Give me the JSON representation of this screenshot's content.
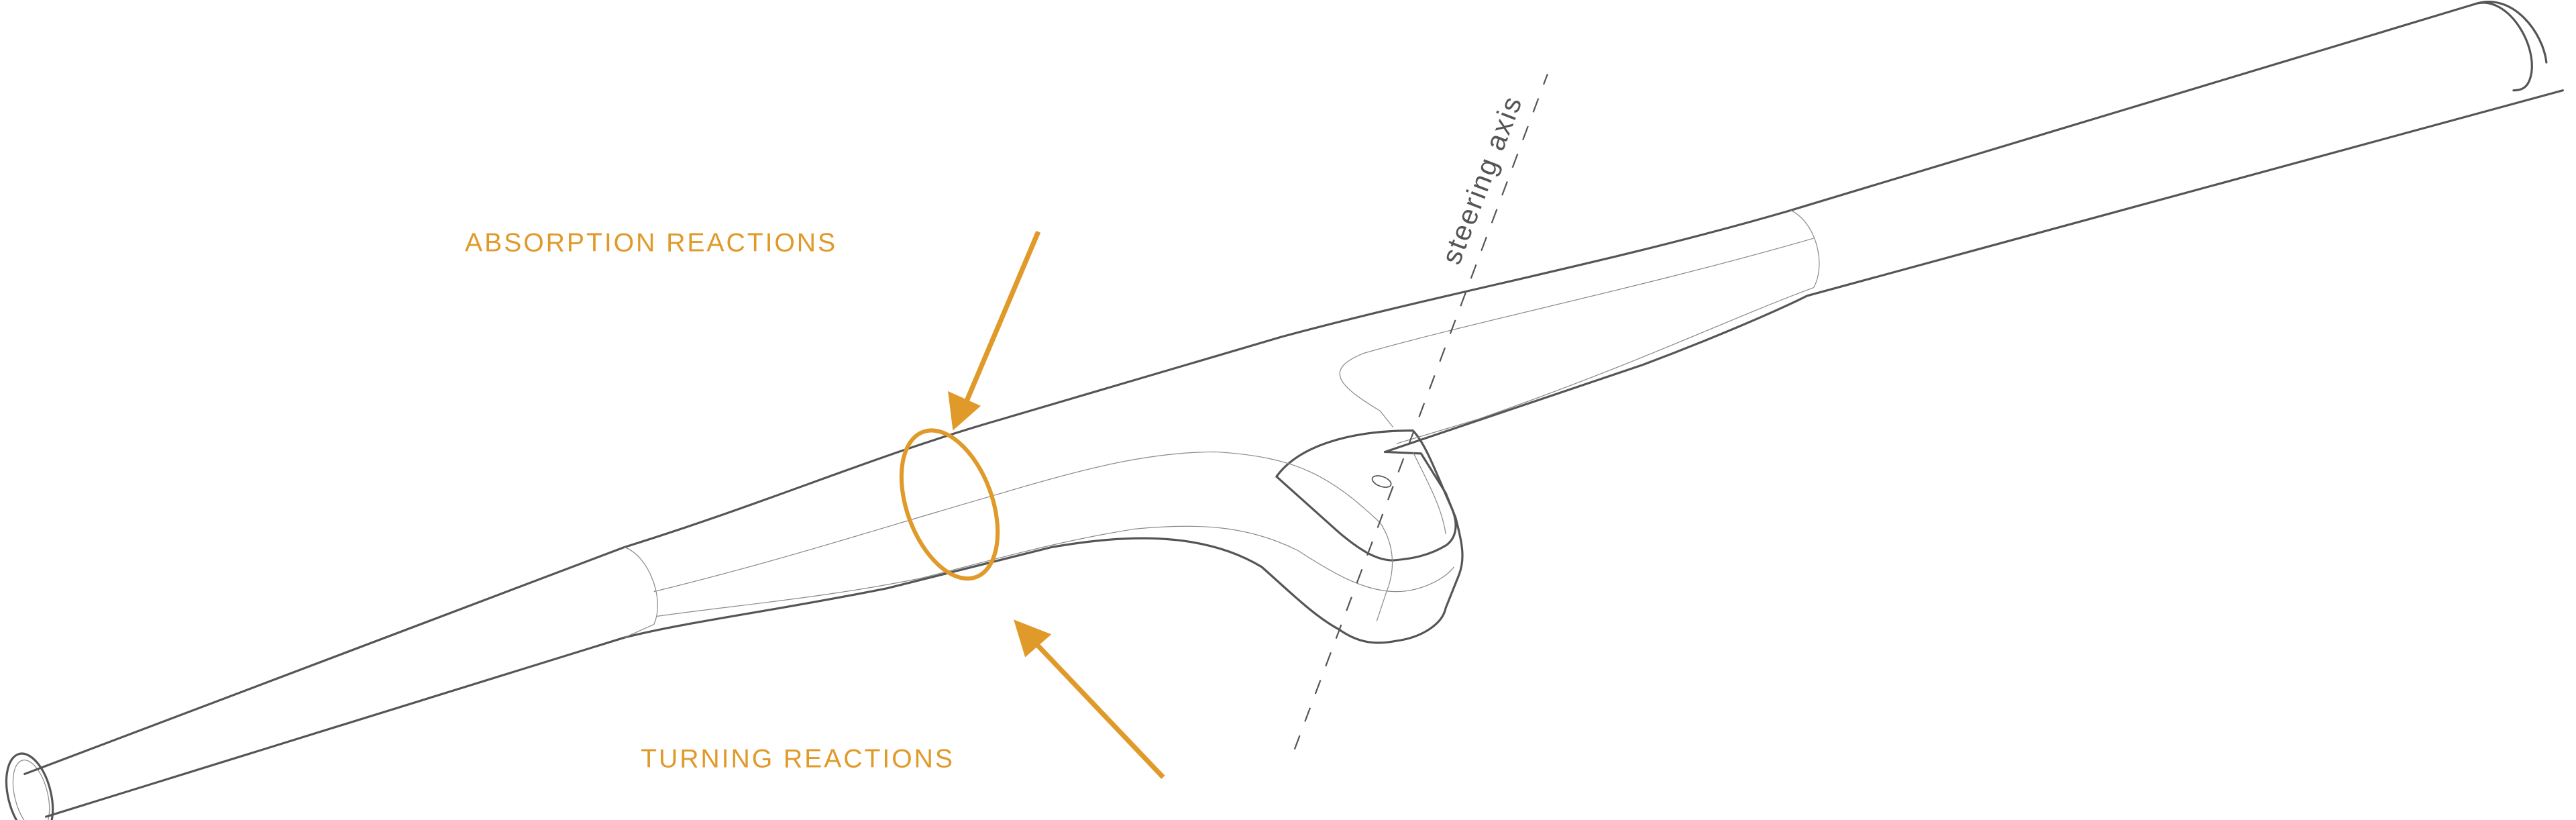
{
  "labels": {
    "absorption": "ABSORPTION REACTIONS",
    "turning": "TURNING REACTIONS",
    "steering_axis": "steering axis"
  },
  "colors": {
    "accent": "#E09A2A",
    "outline": "#555555",
    "background": "#FFFFFF"
  }
}
